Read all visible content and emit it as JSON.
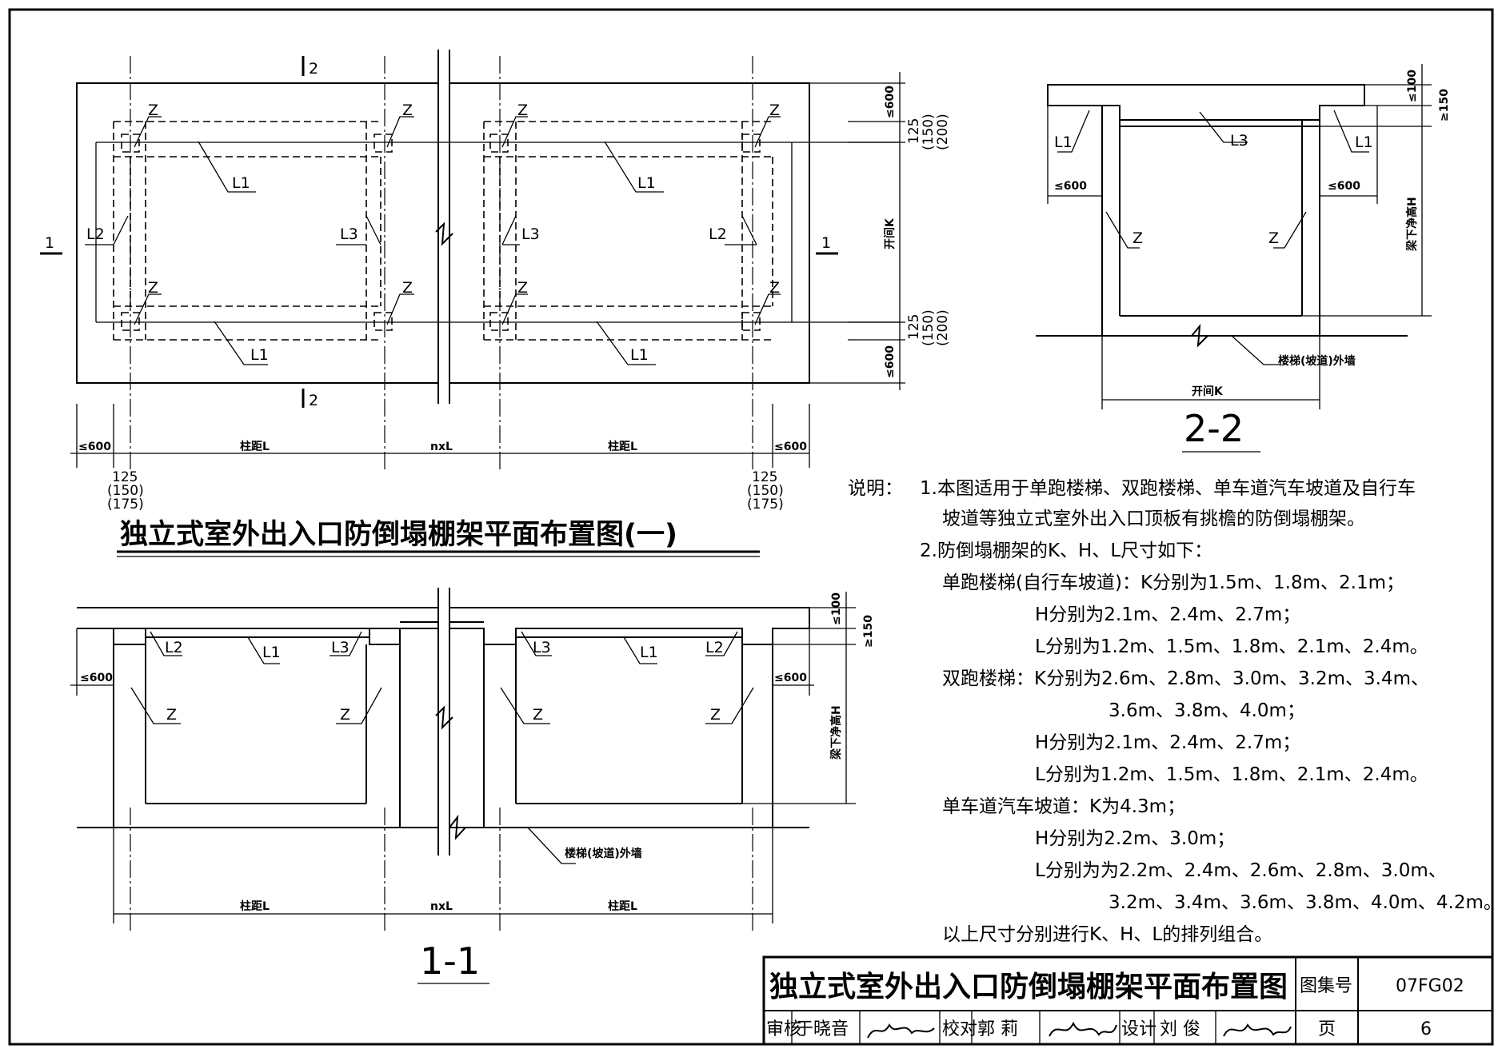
{
  "plan": {
    "title": "独立式室外出入口防倒塌棚架平面布置图(一)",
    "section_mark_1": "1",
    "section_mark_2": "2",
    "labels": {
      "z": "Z",
      "l1": "L1",
      "l2": "L2",
      "l3": "L3"
    },
    "dims": {
      "le600": "≤600",
      "r125": "125",
      "r150": "(150)",
      "r200": "(200)",
      "b125": "125",
      "b150": "(150)",
      "b175": "(175)",
      "k_span": "开间K",
      "col_spacing": "柱距L",
      "nxl": "nxL"
    }
  },
  "section_1_1": {
    "title": "1-1",
    "labels": {
      "z": "Z",
      "l1": "L1",
      "l2": "L2",
      "l3": "L3"
    },
    "dims": {
      "le600": "≤600",
      "le100": "≤100",
      "ge150": "≥150",
      "h": "梁下净高H",
      "col_spacing": "柱距L",
      "nxl": "nxL"
    },
    "wall_label": "楼梯(坡道)外墙"
  },
  "section_2_2": {
    "title": "2-2",
    "labels": {
      "z": "Z",
      "l1": "L1",
      "l3": "L3"
    },
    "dims": {
      "le600": "≤600",
      "le100": "≤100",
      "ge150": "≥150",
      "h": "梁下净高H",
      "k": "开间K"
    },
    "wall_label": "楼梯(坡道)外墙"
  },
  "notes": {
    "heading": "说明：",
    "lines": [
      "1.本图适用于单跑楼梯、双跑楼梯、单车道汽车坡道及自行车",
      "坡道等独立式室外出入口顶板有挑檐的防倒塌棚架。",
      "2.防倒塌棚架的K、H、L尺寸如下：",
      "单跑楼梯(自行车坡道)：K分别为1.5m、1.8m、2.1m；",
      "H分别为2.1m、2.4m、2.7m；",
      "L分别为1.2m、1.5m、1.8m、2.1m、2.4m。",
      "双跑楼梯：K分别为2.6m、2.8m、3.0m、3.2m、3.4m、",
      "3.6m、3.8m、4.0m；",
      "H分别为2.1m、2.4m、2.7m；",
      "L分别为1.2m、1.5m、1.8m、2.1m、2.4m。",
      "单车道汽车坡道：K为4.3m；",
      "H分别为2.2m、3.0m；",
      "L分别为为2.2m、2.4m、2.6m、2.8m、3.0m、",
      "3.2m、3.4m、3.6m、3.8m、4.0m、4.2m。",
      "以上尺寸分别进行K、H、L的排列组合。"
    ]
  },
  "title_block": {
    "title": "独立式室外出入口防倒塌棚架平面布置图",
    "atlas_label": "图集号",
    "atlas_no": "07FG02",
    "review_label": "审核",
    "reviewer": "于晓音",
    "check_label": "校对",
    "checker": "郭 莉",
    "design_label": "设计",
    "designer": "刘 俊",
    "page_label": "页",
    "page_no": "6"
  }
}
